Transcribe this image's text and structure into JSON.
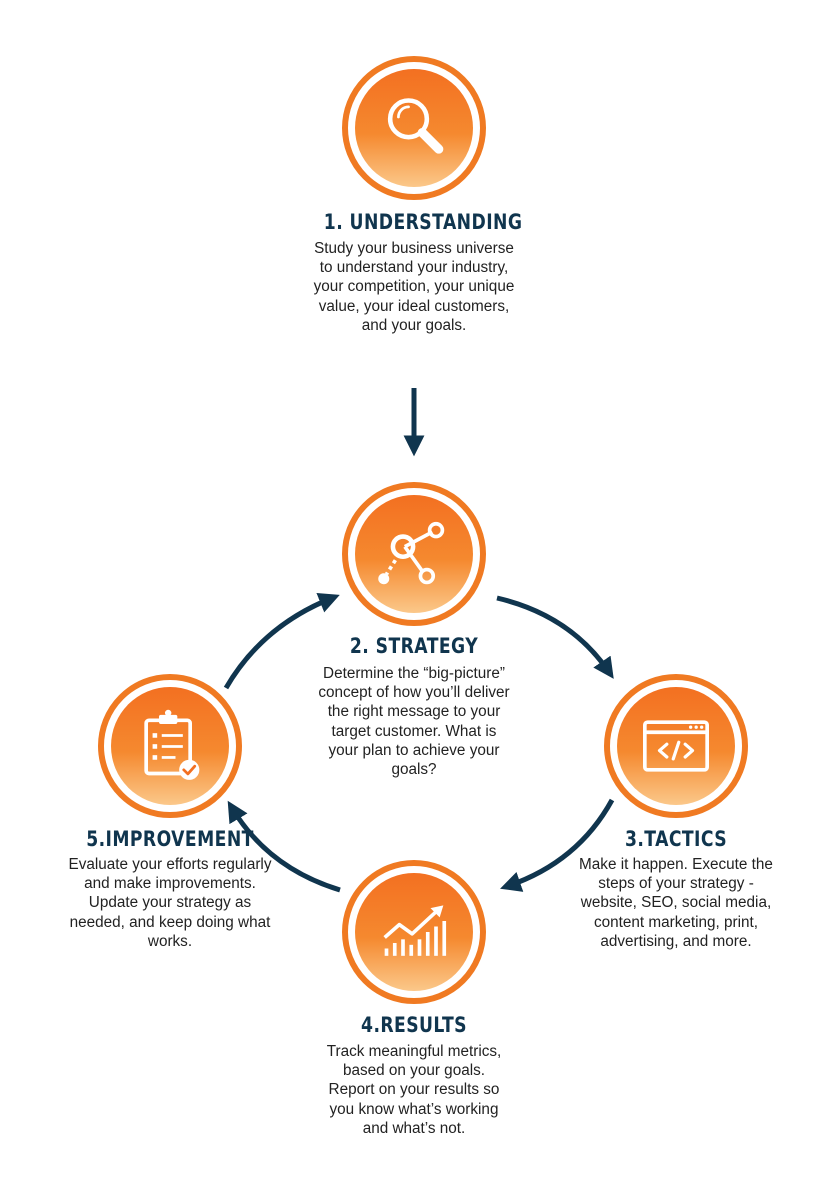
{
  "steps": {
    "understanding": {
      "title": "1. UNDERSTANDING",
      "description": "Study your business universe to understand your industry, your competition, your unique value, your ideal customers, and your goals.",
      "icon": "magnifying-glass-icon"
    },
    "strategy": {
      "title": "2. STRATEGY",
      "description": "Determine the “big-picture” concept of how you’ll deliver the right message to your target customer. What is your plan to achieve your goals?",
      "icon": "network-nodes-icon"
    },
    "tactics": {
      "title": "3.TACTICS",
      "description": "Make it happen. Execute the steps of your strategy - website, SEO, social media, content marketing, print, advertising, and more.",
      "icon": "code-window-icon"
    },
    "results": {
      "title": "4.RESULTS",
      "description": "Track meaningful metrics, based on your goals. Report on your results so you know what’s working and what’s not.",
      "icon": "growth-chart-icon"
    },
    "improvement": {
      "title": "5.IMPROVEMENT",
      "description": "Evaluate your efforts regularly and make improvements. Update your strategy as needed, and keep doing what works.",
      "icon": "checklist-clipboard-icon"
    }
  },
  "colors": {
    "ring": "#f07a22",
    "fill_top": "#f37021",
    "fill_bottom": "#fbc88a",
    "title": "#10354e",
    "arrow": "#10354e"
  }
}
